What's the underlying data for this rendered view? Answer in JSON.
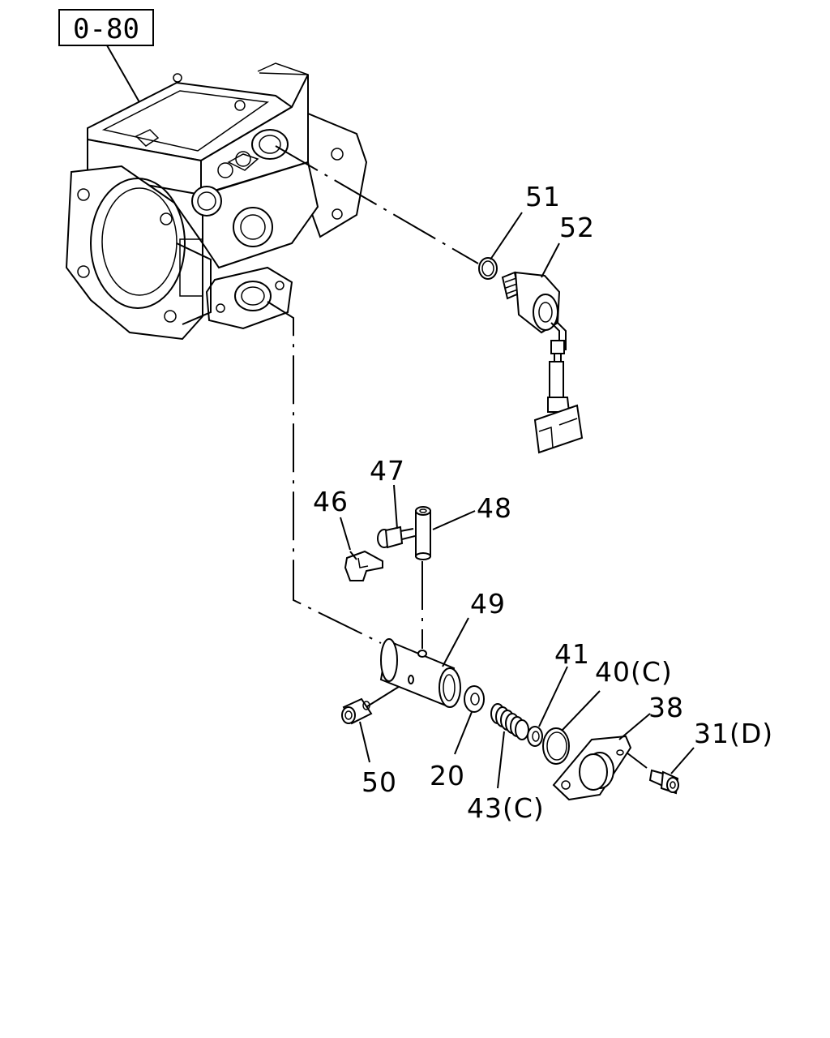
{
  "reference_box": {
    "label": "0-80"
  },
  "callouts": {
    "c51": "51",
    "c52": "52",
    "c47": "47",
    "c46": "46",
    "c48": "48",
    "c49": "49",
    "c41": "41",
    "c40": "40(C)",
    "c38": "38",
    "c31": "31(D)",
    "c50": "50",
    "c20": "20",
    "c43": "43(C)"
  }
}
